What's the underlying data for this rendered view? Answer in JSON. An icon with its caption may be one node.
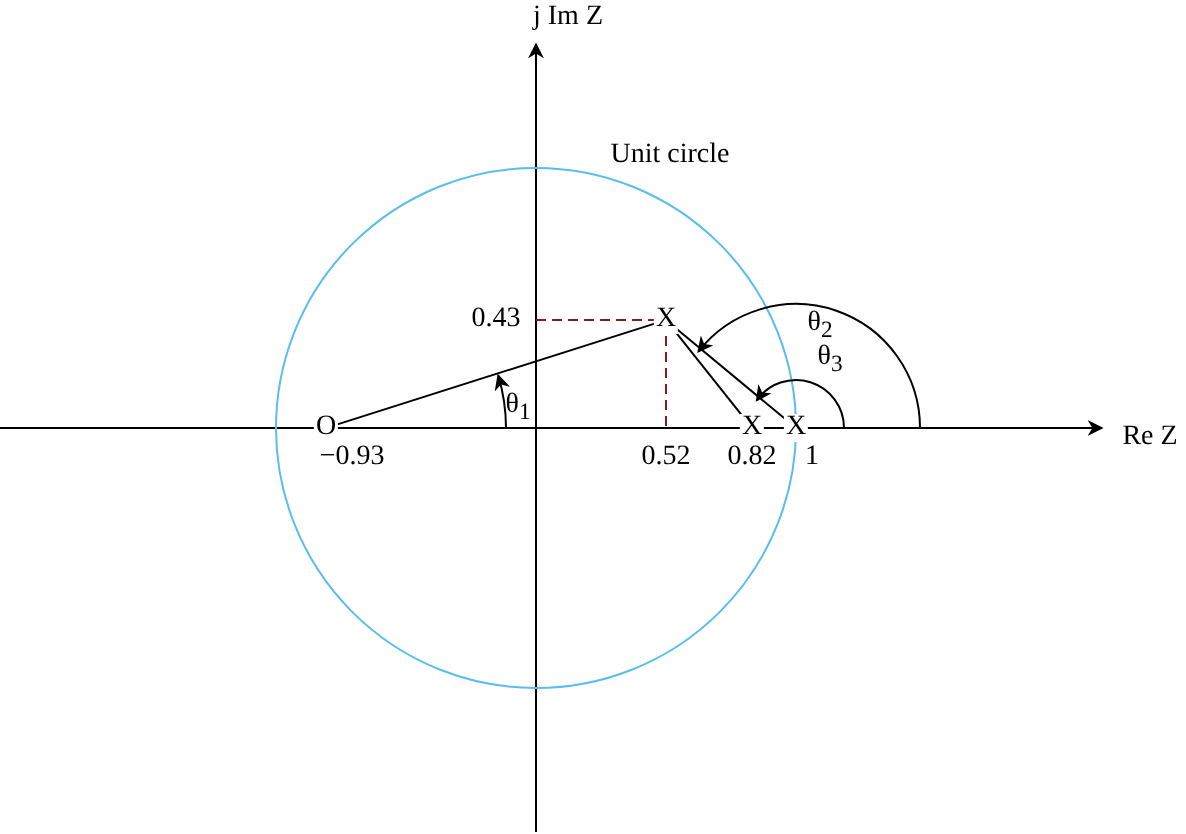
{
  "diagram": {
    "nodes": [
      {
        "text": [
          "O"
        ],
        "beside": [
          "−0.93"
        ]
      },
      {
        "text": [
          "X"
        ]
      },
      {
        "text": [
          "X"
        ],
        "beside": [
          "0.82"
        ]
      },
      {
        "text": [
          "X"
        ],
        "beside": [
          "1"
        ]
      }
    ],
    "edges": [
      {
        "from": 0,
        "to": 1,
        "arrow": "none"
      },
      {
        "from": 2,
        "to": 1,
        "arrow": "none"
      },
      {
        "from": 3,
        "to": 1,
        "arrow": "none"
      }
    ],
    "labels": [
      "j Im Z",
      "Unit circle",
      "0.43",
      "θ$_{2}$",
      "θ$_{3}$",
      "θ$_{1}$",
      "0.52",
      "Re Z"
    ]
  }
}
